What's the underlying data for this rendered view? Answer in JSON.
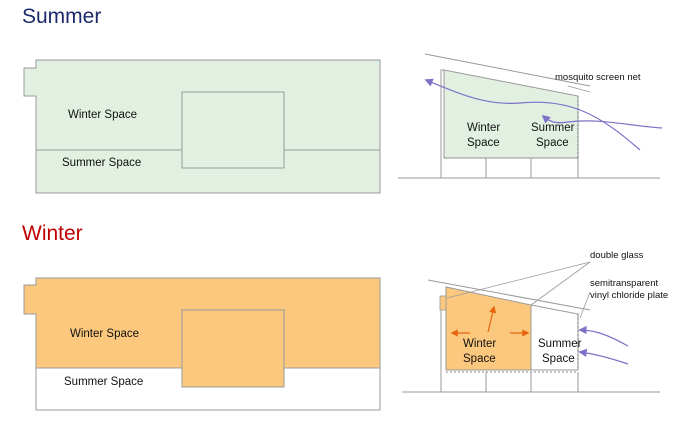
{
  "colors": {
    "summer_title": "#1c2a6b",
    "winter_title": "#c00000",
    "summer_fill": "#e1f0e1",
    "winter_fill": "#fbc87e",
    "outline": "#9a9a9a",
    "airflow": "#7e72c8",
    "heat_arrow": "#e8640f"
  },
  "summer": {
    "title": "Summer",
    "plan": {
      "winter_space": "Winter Space",
      "summer_space": "Summer Space"
    },
    "section": {
      "winter_space_line1": "Winter",
      "winter_space_line2": "Space",
      "summer_space_line1": "Summer",
      "summer_space_line2": "Space",
      "callout": "mosquito screen net"
    }
  },
  "winter": {
    "title": "Winter",
    "plan": {
      "winter_space": "Winter Space",
      "summer_space": "Summer Space"
    },
    "section": {
      "winter_space_line1": "Winter",
      "winter_space_line2": "Space",
      "summer_space_line1": "Summer",
      "summer_space_line2": "Space",
      "callout_glass": "double glass",
      "callout_plate_line1": "semitransparent",
      "callout_plate_line2": "vinyl chloride plate"
    }
  }
}
